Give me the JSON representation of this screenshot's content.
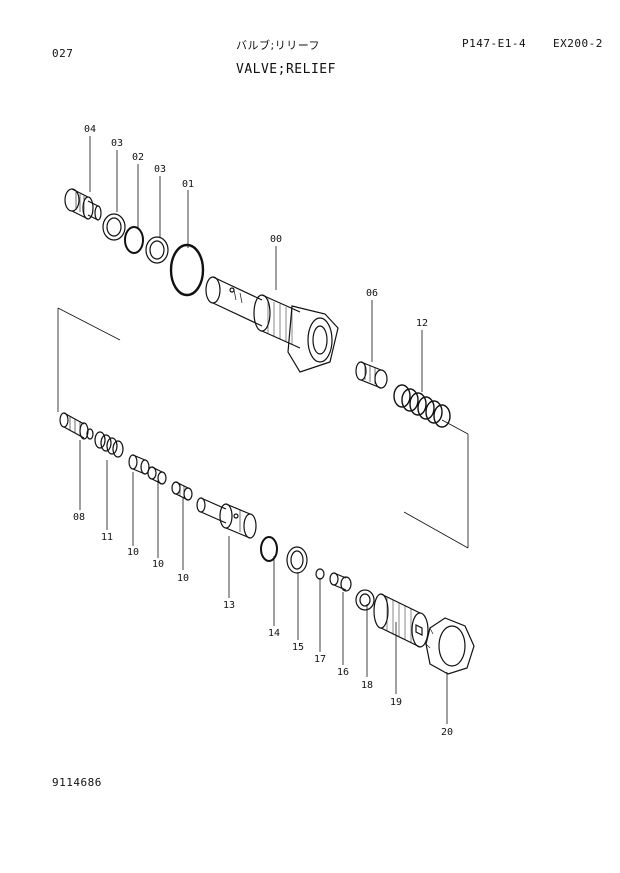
{
  "header": {
    "page_number": "027",
    "title_jp": "バルブ;リリーフ",
    "title_en": "VALVE;RELIEF",
    "catalog_ref": "P147-E1-4",
    "model": "EX200-2"
  },
  "footer": {
    "doc_number": "9114686"
  },
  "parts": [
    {
      "id": "p04",
      "label": "04"
    },
    {
      "id": "p03a",
      "label": "03"
    },
    {
      "id": "p02",
      "label": "02"
    },
    {
      "id": "p03b",
      "label": "03"
    },
    {
      "id": "p01",
      "label": "01"
    },
    {
      "id": "p00",
      "label": "00"
    },
    {
      "id": "p06",
      "label": "06"
    },
    {
      "id": "p12",
      "label": "12"
    },
    {
      "id": "p08",
      "label": "08"
    },
    {
      "id": "p11",
      "label": "11"
    },
    {
      "id": "p10a",
      "label": "10"
    },
    {
      "id": "p10b",
      "label": "10"
    },
    {
      "id": "p10c",
      "label": "10"
    },
    {
      "id": "p13",
      "label": "13"
    },
    {
      "id": "p14",
      "label": "14"
    },
    {
      "id": "p15",
      "label": "15"
    },
    {
      "id": "p17",
      "label": "17"
    },
    {
      "id": "p16",
      "label": "16"
    },
    {
      "id": "p18",
      "label": "18"
    },
    {
      "id": "p19",
      "label": "19"
    },
    {
      "id": "p20",
      "label": "20"
    }
  ]
}
